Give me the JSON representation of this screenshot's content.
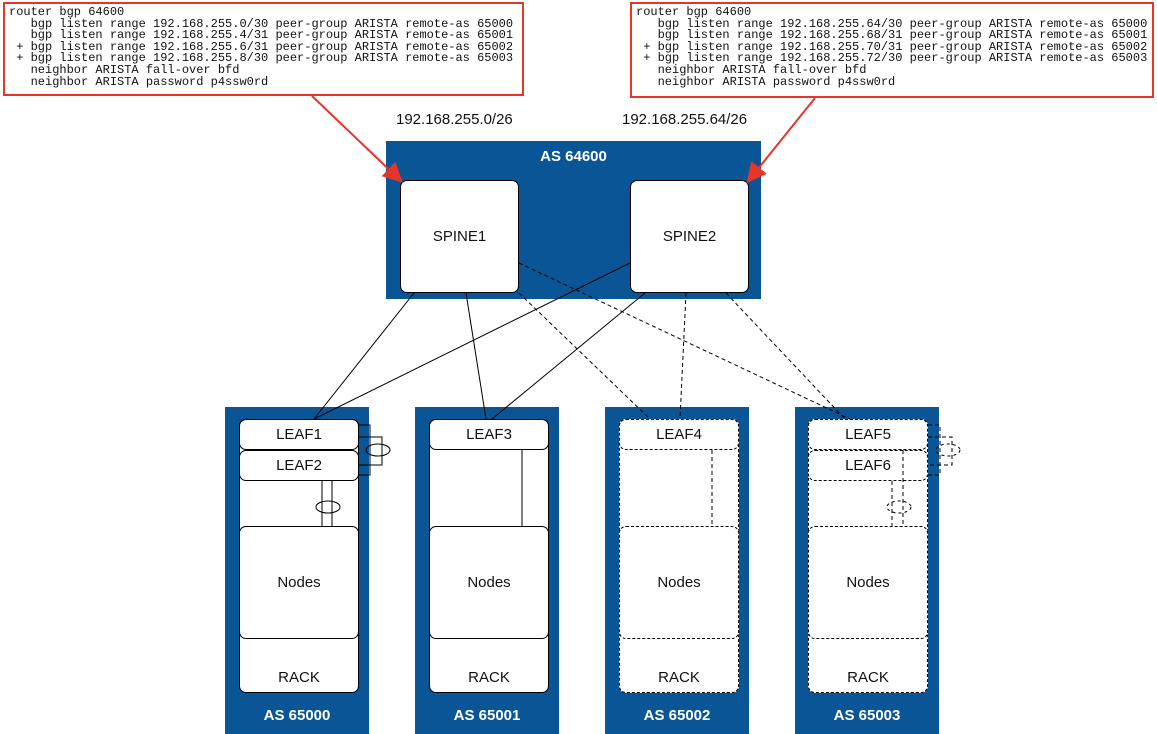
{
  "config_left": {
    "lines": [
      "router bgp 64600",
      "   bgp listen range 192.168.255.0/30 peer-group ARISTA remote-as 65000",
      "   bgp listen range 192.168.255.4/31 peer-group ARISTA remote-as 65001",
      " + bgp listen range 192.168.255.6/31 peer-group ARISTA remote-as 65002",
      " + bgp listen range 192.168.255.8/30 peer-group ARISTA remote-as 65003",
      "   neighbor ARISTA fall-over bfd",
      "   neighbor ARISTA password p4ssw0rd"
    ]
  },
  "config_right": {
    "lines": [
      "router bgp 64600",
      "   bgp listen range 192.168.255.64/30 peer-group ARISTA remote-as 65000",
      "   bgp listen range 192.168.255.68/31 peer-group ARISTA remote-as 65001",
      " + bgp listen range 192.168.255.70/31 peer-group ARISTA remote-as 65002",
      " + bgp listen range 192.168.255.72/30 peer-group ARISTA remote-as 65003",
      "   neighbor ARISTA fall-over bfd",
      "   neighbor ARISTA password p4ssw0rd"
    ]
  },
  "subnets": {
    "spine1": "192.168.255.0/26",
    "spine2": "192.168.255.64/26"
  },
  "spine_as": "AS 64600",
  "spines": [
    "SPINE1",
    "SPINE2"
  ],
  "racks": [
    {
      "as": "AS 65000",
      "leaves": [
        "LEAF1",
        "LEAF2"
      ],
      "nodes": "Nodes",
      "rack": "RACK"
    },
    {
      "as": "AS 65001",
      "leaves": [
        "LEAF3"
      ],
      "nodes": "Nodes",
      "rack": "RACK"
    },
    {
      "as": "AS 65002",
      "leaves": [
        "LEAF4"
      ],
      "nodes": "Nodes",
      "rack": "RACK"
    },
    {
      "as": "AS 65003",
      "leaves": [
        "LEAF5",
        "LEAF6"
      ],
      "nodes": "Nodes",
      "rack": "RACK"
    }
  ],
  "colors": {
    "as_box": "#0a5595",
    "config_border": "#e8352a",
    "arrow": "#e8352a"
  }
}
